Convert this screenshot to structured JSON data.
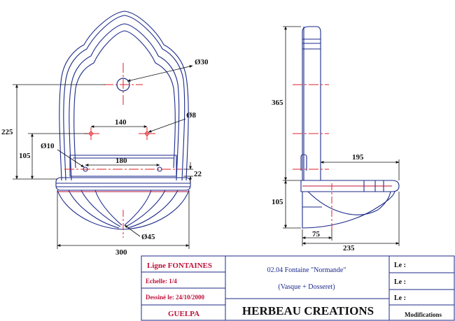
{
  "colors": {
    "outline": "#1b2a8a",
    "centerline": "#e0202a",
    "dimension": "#111111",
    "accent_pink": "#c0103a"
  },
  "front_view": {
    "label_o30": "Ø30",
    "label_o8": "Ø8",
    "label_o10": "Ø10",
    "label_o45": "Ø45",
    "dim_140": "140",
    "dim_180": "180",
    "dim_225": "225",
    "dim_105": "105",
    "dim_22": "22",
    "dim_300": "300"
  },
  "side_view": {
    "dim_365": "365",
    "dim_195": "195",
    "dim_105": "105",
    "dim_75": "75",
    "dim_235": "235"
  },
  "title_block": {
    "line": "Ligne  FONTAINES",
    "scale": "Echelle:  1/4",
    "drawn": "Dessiné le:  24/10/2000",
    "author": "GUELPA",
    "product": "02.04 Fontaine \"Normande\"",
    "subtitle": "(Vasque + Dosseret)",
    "company": "HERBEAU CREATIONS",
    "le1": "Le :",
    "le2": "Le :",
    "le3": "Le :",
    "modifications": "Modifications"
  }
}
